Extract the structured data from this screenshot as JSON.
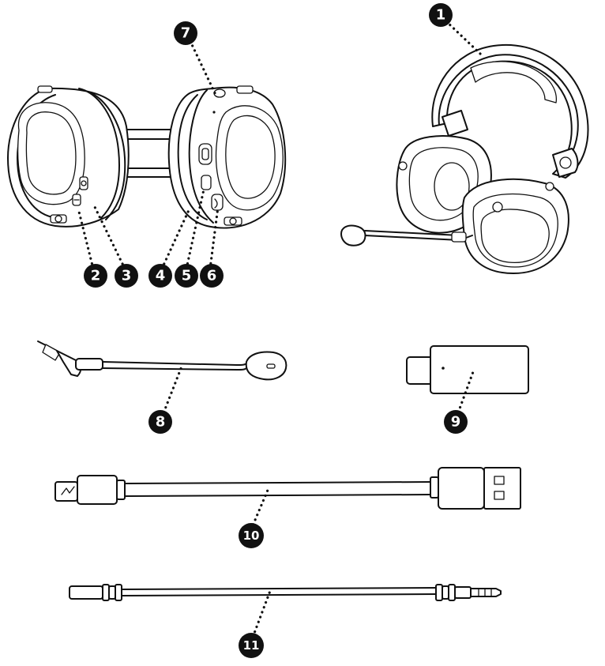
{
  "callouts": [
    {
      "id": "1",
      "label": "1"
    },
    {
      "id": "2",
      "label": "2"
    },
    {
      "id": "3",
      "label": "3"
    },
    {
      "id": "4",
      "label": "4"
    },
    {
      "id": "5",
      "label": "5"
    },
    {
      "id": "6",
      "label": "6"
    },
    {
      "id": "7",
      "label": "7"
    },
    {
      "id": "8",
      "label": "8"
    },
    {
      "id": "9",
      "label": "9"
    },
    {
      "id": "10",
      "label": "10"
    },
    {
      "id": "11",
      "label": "11"
    }
  ],
  "colors": {
    "line": "#111111",
    "background": "#ffffff"
  },
  "parts": [
    "headset-earcups-top-view",
    "headset-side-view",
    "detachable-boom-microphone",
    "usb-c-adapter",
    "usb-charging-cable",
    "3.5mm-audio-cable"
  ]
}
